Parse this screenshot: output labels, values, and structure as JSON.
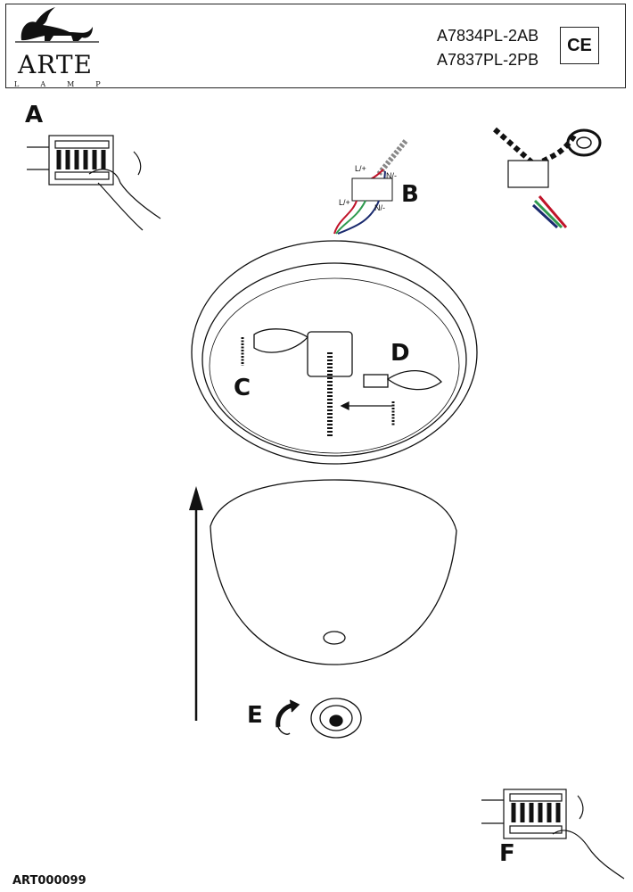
{
  "header": {
    "brand": "ARTE",
    "brand_sub": "LAMP",
    "models": [
      "A7834PL-2AB",
      "A7837PL-2PB"
    ],
    "certification_mark": "CE"
  },
  "steps": {
    "a": "A",
    "b": "B",
    "c": "C",
    "d": "D",
    "e": "E",
    "f": "F"
  },
  "wiring_labels": {
    "live": "L/+",
    "neutral": "N/-"
  },
  "footer": {
    "document_code": "ART000099"
  },
  "colors": {
    "live_wire": "#c0142a",
    "neutral_wire": "#1a2a6e",
    "earth_wire": "#2e9a4e"
  }
}
